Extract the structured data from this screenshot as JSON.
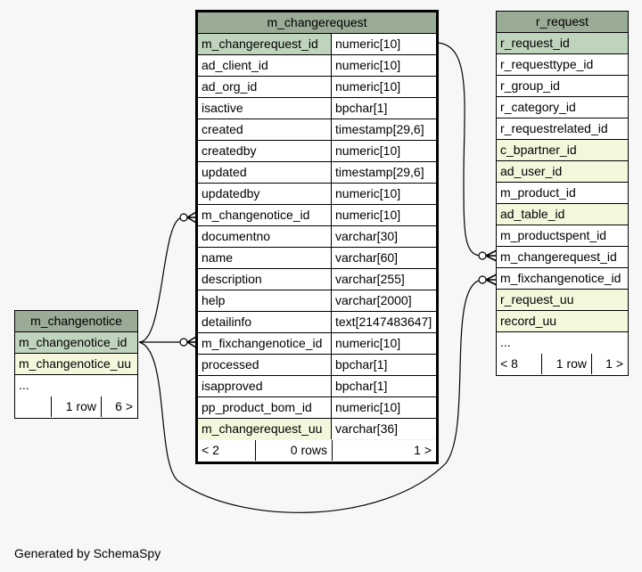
{
  "tables": {
    "m_changerequest": {
      "name": "m_changerequest",
      "columns": [
        {
          "name": "m_changerequest_id",
          "type": "numeric[10]",
          "kind": "pk"
        },
        {
          "name": "ad_client_id",
          "type": "numeric[10]",
          "kind": ""
        },
        {
          "name": "ad_org_id",
          "type": "numeric[10]",
          "kind": ""
        },
        {
          "name": "isactive",
          "type": "bpchar[1]",
          "kind": ""
        },
        {
          "name": "created",
          "type": "timestamp[29,6]",
          "kind": ""
        },
        {
          "name": "createdby",
          "type": "numeric[10]",
          "kind": ""
        },
        {
          "name": "updated",
          "type": "timestamp[29,6]",
          "kind": ""
        },
        {
          "name": "updatedby",
          "type": "numeric[10]",
          "kind": ""
        },
        {
          "name": "m_changenotice_id",
          "type": "numeric[10]",
          "kind": ""
        },
        {
          "name": "documentno",
          "type": "varchar[30]",
          "kind": ""
        },
        {
          "name": "name",
          "type": "varchar[60]",
          "kind": ""
        },
        {
          "name": "description",
          "type": "varchar[255]",
          "kind": ""
        },
        {
          "name": "help",
          "type": "varchar[2000]",
          "kind": ""
        },
        {
          "name": "detailinfo",
          "type": "text[2147483647]",
          "kind": ""
        },
        {
          "name": "m_fixchangenotice_id",
          "type": "numeric[10]",
          "kind": ""
        },
        {
          "name": "processed",
          "type": "bpchar[1]",
          "kind": ""
        },
        {
          "name": "isapproved",
          "type": "bpchar[1]",
          "kind": ""
        },
        {
          "name": "pp_product_bom_id",
          "type": "numeric[10]",
          "kind": ""
        },
        {
          "name": "m_changerequest_uu",
          "type": "varchar[36]",
          "kind": "fk"
        }
      ],
      "footer": {
        "parents": "< 2",
        "rows": "0 rows",
        "children": "1 >"
      }
    },
    "r_request": {
      "name": "r_request",
      "columns": [
        {
          "name": "r_request_id",
          "kind": "pk"
        },
        {
          "name": "r_requesttype_id",
          "kind": ""
        },
        {
          "name": "r_group_id",
          "kind": ""
        },
        {
          "name": "r_category_id",
          "kind": ""
        },
        {
          "name": "r_requestrelated_id",
          "kind": ""
        },
        {
          "name": "c_bpartner_id",
          "kind": "fk"
        },
        {
          "name": "ad_user_id",
          "kind": "fk"
        },
        {
          "name": "m_product_id",
          "kind": ""
        },
        {
          "name": "ad_table_id",
          "kind": "fk"
        },
        {
          "name": "m_productspent_id",
          "kind": ""
        },
        {
          "name": "m_changerequest_id",
          "kind": ""
        },
        {
          "name": "m_fixchangenotice_id",
          "kind": ""
        },
        {
          "name": "r_request_uu",
          "kind": "fk"
        },
        {
          "name": "record_uu",
          "kind": "fk"
        },
        {
          "name": "...",
          "kind": ""
        }
      ],
      "footer": {
        "parents": "< 8",
        "rows": "1 row",
        "children": "1 >"
      }
    },
    "m_changenotice": {
      "name": "m_changenotice",
      "columns": [
        {
          "name": "m_changenotice_id",
          "kind": "pk"
        },
        {
          "name": "m_changenotice_uu",
          "kind": "fk"
        },
        {
          "name": "...",
          "kind": ""
        }
      ],
      "footer": {
        "parents": "",
        "rows": "1 row",
        "children": "6 >"
      }
    }
  },
  "footer_text": "Generated by SchemaSpy"
}
